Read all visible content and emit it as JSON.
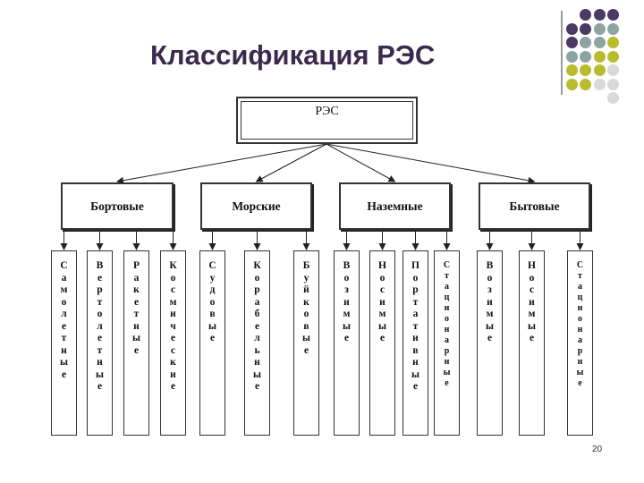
{
  "slide": {
    "title": "Классификация РЭС",
    "page_number": "20"
  },
  "decoration": {
    "dot_colors": {
      "purple": "#4b3a63",
      "teal": "#8fa3a3",
      "olive": "#b8bd30",
      "gray": "#d9d9d9"
    },
    "dot_grid": [
      [
        "purple",
        "purple",
        "purple"
      ],
      [
        "purple",
        "purple",
        "teal",
        "teal"
      ],
      [
        "purple",
        "teal",
        "teal",
        "olive"
      ],
      [
        "teal",
        "teal",
        "olive",
        "olive"
      ],
      [
        "olive",
        "olive",
        "olive",
        "gray"
      ],
      [
        "olive",
        "olive",
        "gray",
        "gray"
      ],
      [
        "gray"
      ]
    ]
  },
  "diagram": {
    "root": "РЭС",
    "categories": [
      {
        "label": "Бортовые",
        "children": [
          "Самолетные",
          "Вертолетные",
          "Ракетные",
          "Космические"
        ]
      },
      {
        "label": "Морские",
        "children": [
          "Судовые",
          "Корабельные",
          "Буйковые"
        ]
      },
      {
        "label": "Наземные",
        "children": [
          "Возимые",
          "Носимые",
          "Портативные",
          "Стационарные"
        ]
      },
      {
        "label": "Бытовые",
        "children": [
          "Возимые",
          "Носимые",
          "Стационарные"
        ]
      }
    ]
  }
}
